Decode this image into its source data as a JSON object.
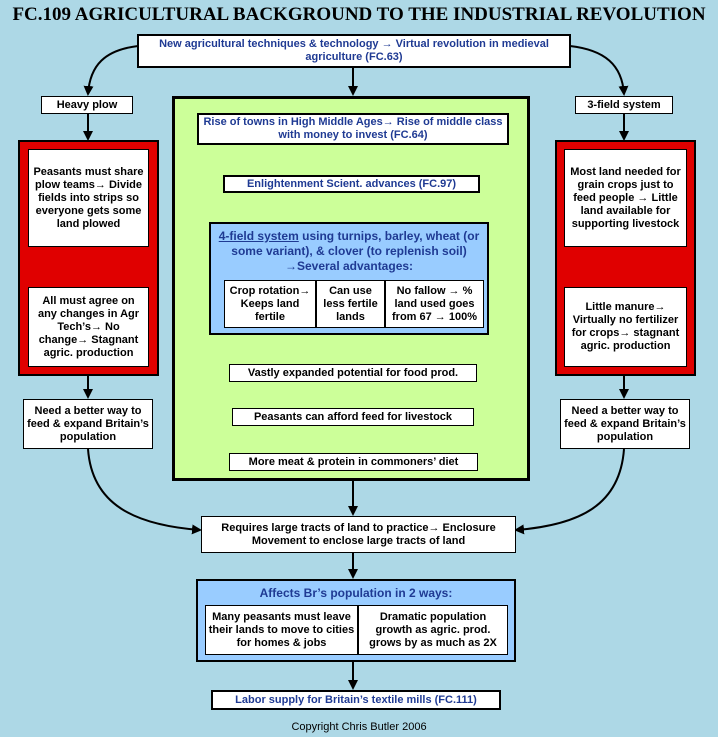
{
  "title": "FC.109 AGRICULTURAL BACKGROUND TO THE INDUSTRIAL REVOLUTION",
  "top_box": "New agricultural techniques & technology → Virtual revolution in medieval agriculture (FC.63)",
  "left": {
    "label": "Heavy plow",
    "box1": "Peasants must share plow teams→ Divide fields into strips so everyone gets some land plowed",
    "box2": "All must agree on any changes in Agr Tech’s→ No change→ Stagnant agric. production",
    "outcome": "Need a better way to feed & expand Britain’s population"
  },
  "right": {
    "label": "3-field system",
    "box1": "Most land needed for grain crops just to feed people → Little land available for supporting livestock",
    "box2": "Little manure→ Virtually no fertilizer for crops→ stagnant agric. production",
    "outcome": "Need a better way to feed & expand Britain’s population"
  },
  "center": {
    "towns": "Rise of towns in High Middle Ages→ Rise of middle class with money to invest (FC.64)",
    "enlightenment": "Enlightenment Scient. advances (FC.97)",
    "four_field_title": "4-field system",
    "four_field_rest": " using turnips, barley, wheat (or some variant), & clover (to replenish soil) →Several advantages:",
    "advantages": [
      "Crop rotation→ Keeps land fertile",
      "Can use less fertile lands",
      "No fallow → % land used goes from 67 → 100%"
    ],
    "food": "Vastly expanded potential for food prod.",
    "livestock": "Peasants can afford feed for livestock",
    "meat": "More meat & protein in commoners’ diet"
  },
  "enclosure": "Requires large tracts of land to practice→ Enclosure Movement to enclose large tracts of land",
  "population": {
    "title": "Affects Br’s population in 2 ways:",
    "ways": [
      "Many peasants must leave their lands to move to cities for homes & jobs",
      "Dramatic population growth as agric. prod. grows by as much as 2X"
    ]
  },
  "labor": "Labor supply for Britain’s textile mills (FC.111)",
  "copyright": "Copyright Chris Butler 2006"
}
